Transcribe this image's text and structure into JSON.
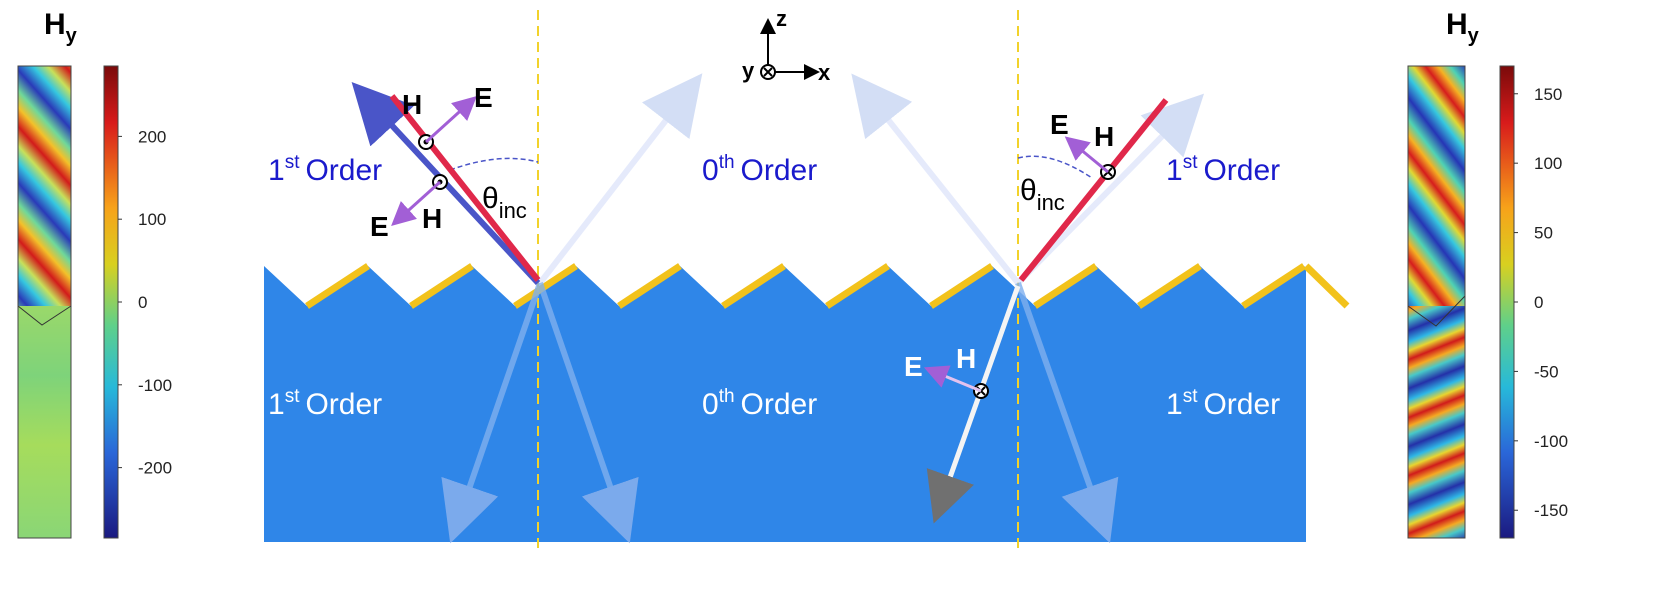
{
  "colors": {
    "substrate": "#2f86e8",
    "coating": "#f2c21b",
    "incident": "#e0284a",
    "diffracted": "#4a55c8",
    "field_arrow": "#a25fd6",
    "order_label": "#1a1acc",
    "guide": "#f2d22b"
  },
  "left_colorbar": {
    "title": "H",
    "title_sub": "y",
    "ticks": [
      "200",
      "100",
      "0",
      "-100",
      "-200"
    ],
    "tick_values": [
      200,
      100,
      0,
      -100,
      -200
    ],
    "range": [
      -285,
      285
    ]
  },
  "right_colorbar": {
    "title": "H",
    "title_sub": "y",
    "ticks": [
      "150",
      "100",
      "50",
      "0",
      "-50",
      "-100",
      "-150"
    ],
    "tick_values": [
      150,
      100,
      50,
      0,
      -50,
      -100,
      -150
    ],
    "range": [
      -170,
      170
    ]
  },
  "axes": {
    "z": "z",
    "y": "y",
    "x": "x"
  },
  "orders": {
    "top_left": {
      "num": "1",
      "sup": "st",
      "word": "Order"
    },
    "top_center": {
      "num": "0",
      "sup": "th",
      "word": "Order"
    },
    "top_right": {
      "num": "1",
      "sup": "st",
      "word": "Order"
    },
    "bottom_left": {
      "num": "1",
      "sup": "st",
      "word": "Order"
    },
    "bottom_center": {
      "num": "0",
      "sup": "th",
      "word": "Order"
    },
    "bottom_right": {
      "num": "1",
      "sup": "st",
      "word": "Order"
    }
  },
  "theta": {
    "symbol": "θ",
    "sub": "inc"
  },
  "fields": {
    "E": "E",
    "H": "H"
  }
}
